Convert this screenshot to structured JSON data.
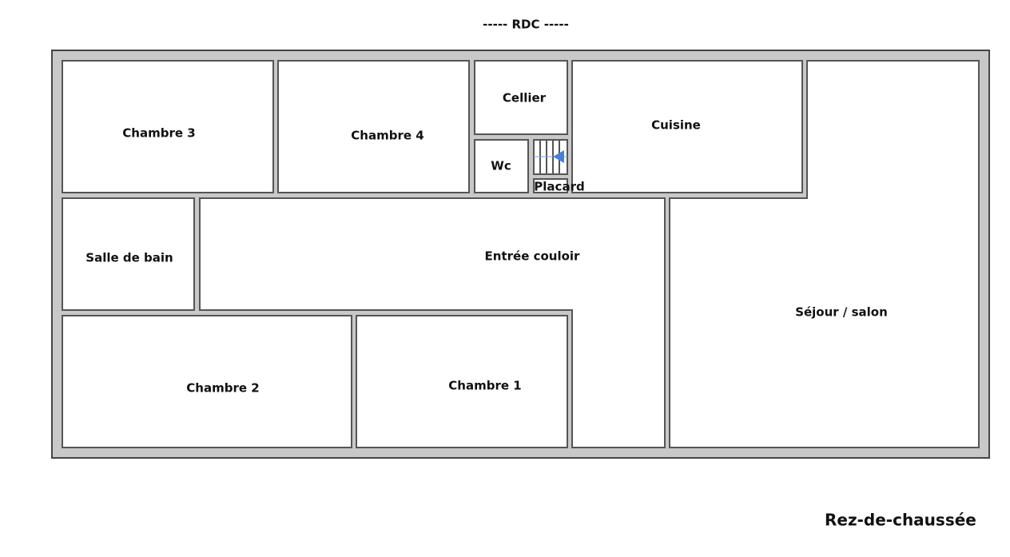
{
  "header": {
    "title": "----- RDC -----"
  },
  "rooms": {
    "chambre3": "Chambre 3",
    "chambre4": "Chambre 4",
    "cellier": "Cellier",
    "wc": "Wc",
    "placard": "Placard",
    "cuisine": "Cuisine",
    "sejour": "Séjour / salon",
    "salle_de_bain": "Salle de bain",
    "entree": "Entrée couloir",
    "chambre2": "Chambre 2",
    "chambre1": "Chambre 1"
  },
  "caption": "Rez-de-chaussée",
  "colors": {
    "wall": "#c8c8c8",
    "stroke": "#555555",
    "arrow": "#4a7fd4"
  }
}
